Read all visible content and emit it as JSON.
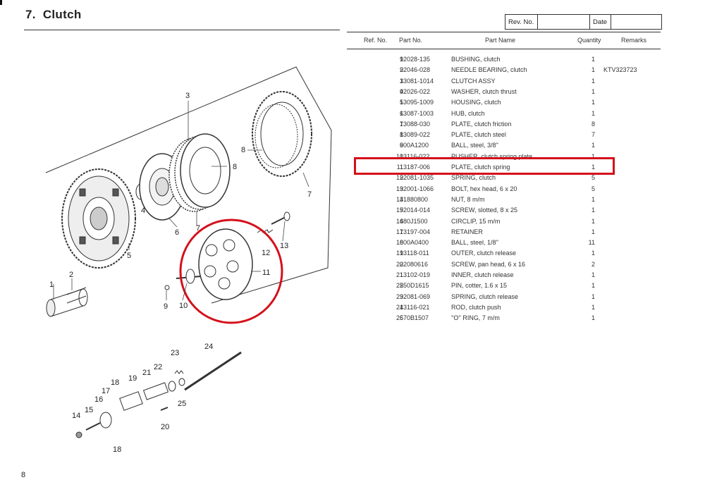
{
  "section": {
    "number": "7.",
    "title": "Clutch"
  },
  "rev_box": {
    "rev_label": "Rev. No.",
    "date_label": "Date"
  },
  "table": {
    "headers": {
      "ref": "Ref. No.",
      "part": "Part No.",
      "name": "Part Name",
      "qty": "Quantity",
      "remarks": "Remarks"
    },
    "rows": [
      {
        "ref": "1",
        "part": "92028-135",
        "name": "BUSHING, clutch",
        "qty": "1",
        "remarks": ""
      },
      {
        "ref": "2",
        "part": "92046-028",
        "name": "NEEDLE BEARING, clutch",
        "qty": "1",
        "remarks": "KTV323723"
      },
      {
        "ref": "3",
        "part": "13081-1014",
        "name": "CLUTCH ASSY",
        "qty": "1",
        "remarks": ""
      },
      {
        "ref": "4",
        "part": "92026-022",
        "name": "WASHER, clutch thrust",
        "qty": "1",
        "remarks": ""
      },
      {
        "ref": "5",
        "part": "13095-1009",
        "name": "HOUSING, clutch",
        "qty": "1",
        "remarks": ""
      },
      {
        "ref": "6",
        "part": "13087-1003",
        "name": "HUB, clutch",
        "qty": "1",
        "remarks": ""
      },
      {
        "ref": "7",
        "part": "13088-030",
        "name": "PLATE, clutch friction",
        "qty": "8",
        "remarks": ""
      },
      {
        "ref": "8",
        "part": "13089-022",
        "name": "PLATE, clutch steel",
        "qty": "7",
        "remarks": ""
      },
      {
        "ref": "9",
        "part": "600A1200",
        "name": "BALL, steel, 3/8''",
        "qty": "1",
        "remarks": ""
      },
      {
        "ref": "10",
        "part": "13116-022",
        "name": "PUSHER, clutch spring plate",
        "qty": "1",
        "remarks": ""
      },
      {
        "ref": "11",
        "part": "13187-006",
        "name": "PLATE, clutch spring",
        "qty": "1",
        "remarks": ""
      },
      {
        "ref": "12",
        "part": "92081-1035",
        "name": "SPRING, clutch",
        "qty": "5",
        "remarks": ""
      },
      {
        "ref": "13",
        "part": "92001-1066",
        "name": "BOLT, hex head, 6 x 20",
        "qty": "5",
        "remarks": ""
      },
      {
        "ref": "14",
        "part": "31880800",
        "name": "NUT, 8 m/m",
        "qty": "1",
        "remarks": ""
      },
      {
        "ref": "15",
        "part": "92014-014",
        "name": "SCREW, slotted, 8 x 25",
        "qty": "1",
        "remarks": ""
      },
      {
        "ref": "16",
        "part": "480J1500",
        "name": "CIRCLIP, 15 m/m",
        "qty": "1",
        "remarks": ""
      },
      {
        "ref": "17",
        "part": "13197-004",
        "name": "RETAINER",
        "qty": "1",
        "remarks": ""
      },
      {
        "ref": "18",
        "part": "600A0400",
        "name": "BALL, steel, 1/8''",
        "qty": "11",
        "remarks": ""
      },
      {
        "ref": "19",
        "part": "13118-011",
        "name": "OUTER, clutch release",
        "qty": "1",
        "remarks": ""
      },
      {
        "ref": "20",
        "part": "22080616",
        "name": "SCREW, pan head, 6 x 16",
        "qty": "2",
        "remarks": ""
      },
      {
        "ref": "21",
        "part": "13102-019",
        "name": "INNER, clutch release",
        "qty": "1",
        "remarks": ""
      },
      {
        "ref": "22",
        "part": "550D1615",
        "name": "PIN, cotter, 1.6 x 15",
        "qty": "1",
        "remarks": ""
      },
      {
        "ref": "23",
        "part": "92081-069",
        "name": "SPRING, clutch release",
        "qty": "1",
        "remarks": ""
      },
      {
        "ref": "24",
        "part": "13116-021",
        "name": "ROD, clutch push",
        "qty": "1",
        "remarks": ""
      },
      {
        "ref": "25",
        "part": "670B1507",
        "name": "''O'' RING, 7 m/m",
        "qty": "1",
        "remarks": ""
      }
    ]
  },
  "diagram_labels": {
    "l1": "1",
    "l2": "2",
    "l3": "3",
    "l4": "4",
    "l5": "5",
    "l6": "6",
    "l7a": "7",
    "l7b": "7",
    "l8a": "8",
    "l8b": "8",
    "l9": "9",
    "l10": "10",
    "l11": "11",
    "l12": "12",
    "l13": "13",
    "l14": "14",
    "l15": "15",
    "l16": "16",
    "l17": "17",
    "l18a": "18",
    "l18b": "18",
    "l19": "19",
    "l20": "20",
    "l21": "21",
    "l22": "22",
    "l23": "23",
    "l24": "24",
    "l25": "25"
  },
  "highlight_color": "#d4101a",
  "page_number": "8"
}
